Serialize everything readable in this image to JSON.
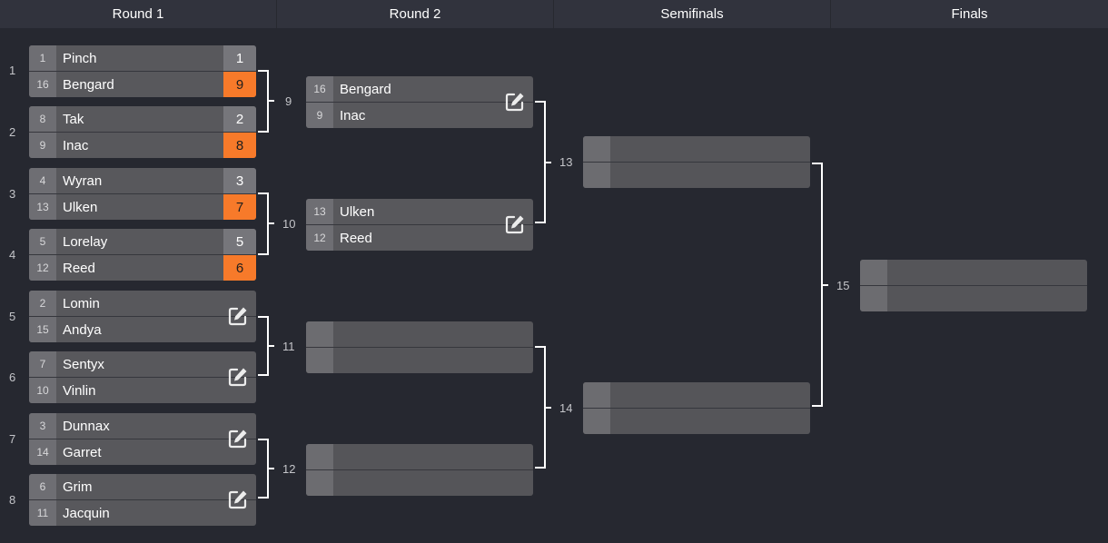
{
  "rounds": [
    "Round 1",
    "Round 2",
    "Semifinals",
    "Finals"
  ],
  "match_numbers": [
    "1",
    "2",
    "3",
    "4",
    "5",
    "6",
    "7",
    "8",
    "9",
    "10",
    "11",
    "12",
    "13",
    "14",
    "15"
  ],
  "matches": {
    "m1": {
      "top": {
        "seed": "1",
        "name": "Pinch",
        "score": "1"
      },
      "bottom": {
        "seed": "16",
        "name": "Bengard",
        "score": "9"
      }
    },
    "m2": {
      "top": {
        "seed": "8",
        "name": "Tak",
        "score": "2"
      },
      "bottom": {
        "seed": "9",
        "name": "Inac",
        "score": "8"
      }
    },
    "m3": {
      "top": {
        "seed": "4",
        "name": "Wyran",
        "score": "3"
      },
      "bottom": {
        "seed": "13",
        "name": "Ulken",
        "score": "7"
      }
    },
    "m4": {
      "top": {
        "seed": "5",
        "name": "Lorelay",
        "score": "5"
      },
      "bottom": {
        "seed": "12",
        "name": "Reed",
        "score": "6"
      }
    },
    "m5": {
      "top": {
        "seed": "2",
        "name": "Lomin"
      },
      "bottom": {
        "seed": "15",
        "name": "Andya"
      }
    },
    "m6": {
      "top": {
        "seed": "7",
        "name": "Sentyx"
      },
      "bottom": {
        "seed": "10",
        "name": "Vinlin"
      }
    },
    "m7": {
      "top": {
        "seed": "3",
        "name": "Dunnax"
      },
      "bottom": {
        "seed": "14",
        "name": "Garret"
      }
    },
    "m8": {
      "top": {
        "seed": "6",
        "name": "Grim"
      },
      "bottom": {
        "seed": "11",
        "name": "Jacquin"
      }
    },
    "m9": {
      "top": {
        "seed": "16",
        "name": "Bengard"
      },
      "bottom": {
        "seed": "9",
        "name": "Inac"
      }
    },
    "m10": {
      "top": {
        "seed": "13",
        "name": "Ulken"
      },
      "bottom": {
        "seed": "12",
        "name": "Reed"
      }
    }
  },
  "colors": {
    "winner_score": "#f77a2a",
    "background": "#262830",
    "header": "#31333d",
    "card": "#58585c"
  },
  "icons": {
    "edit": "edit-icon"
  }
}
